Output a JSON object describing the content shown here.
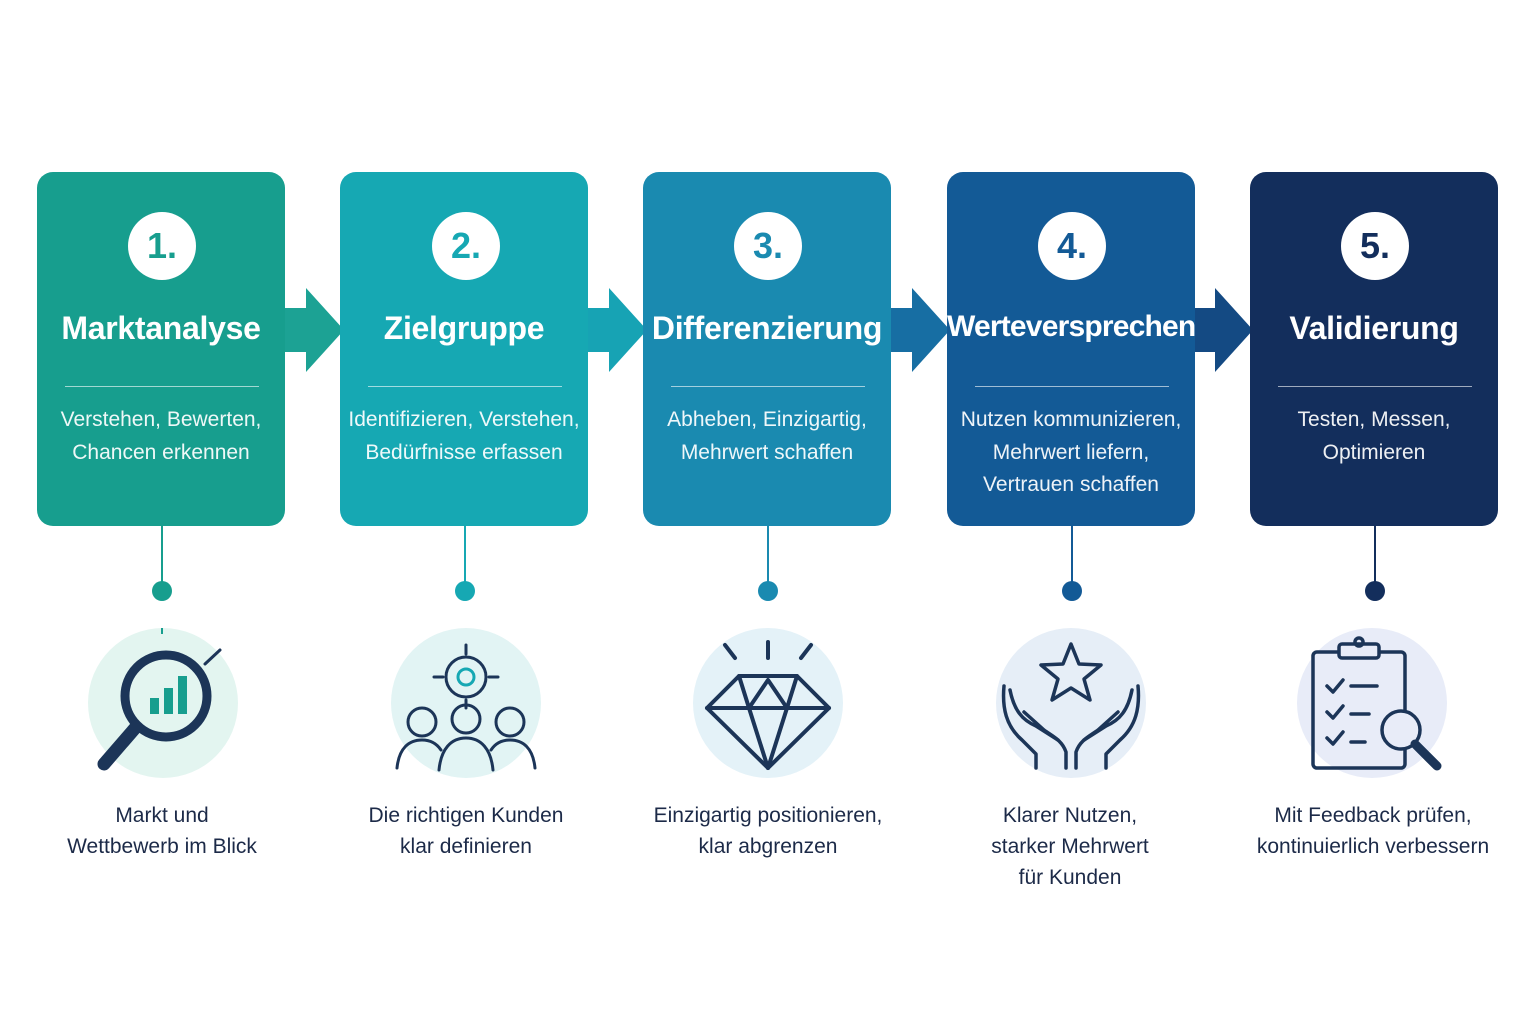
{
  "steps": [
    {
      "number": "1.",
      "title": "Marktanalyse",
      "desc": [
        "Verstehen, Bewerten,",
        "Chancen erkennen"
      ],
      "caption": [
        "Markt und",
        "Wettbewerb im Blick"
      ],
      "icon": "magnifier-chart-icon",
      "color": "#179e8e",
      "icon_bg": "#e3f5f0"
    },
    {
      "number": "2.",
      "title": "Zielgruppe",
      "desc": [
        "Identifizieren, Verstehen,",
        "Bedürfnisse erfassen"
      ],
      "caption": [
        "Die richtigen Kunden",
        "klar definieren"
      ],
      "icon": "target-group-icon",
      "color": "#16a8b3",
      "icon_bg": "#e2f4f4"
    },
    {
      "number": "3.",
      "title": "Differenzierung",
      "desc": [
        "Abheben, Einzigartig,",
        "Mehrwert schaffen"
      ],
      "caption": [
        "Einzigartig positionieren,",
        "klar abgrenzen"
      ],
      "icon": "diamond-icon",
      "color": "#1a8ab0",
      "icon_bg": "#e4f2f8"
    },
    {
      "number": "4.",
      "title": "Werteversprechen",
      "desc": [
        "Nutzen kommunizieren,",
        "Mehrwert liefern,",
        "Vertrauen schaffen"
      ],
      "caption": [
        "Klarer Nutzen,",
        "starker Mehrwert",
        "für Kunden"
      ],
      "icon": "hands-star-icon",
      "color": "#135a96",
      "icon_bg": "#e6eef7"
    },
    {
      "number": "5.",
      "title": "Validierung",
      "desc": [
        "Testen, Messen,",
        "Optimieren"
      ],
      "caption": [
        "Mit Feedback prüfen,",
        "kontinuierlich verbessern"
      ],
      "icon": "checklist-magnifier-icon",
      "color": "#132e5c",
      "icon_bg": "#e8ecf8"
    }
  ],
  "colors": {
    "icon_stroke": "#1c3558",
    "caption_text": "#1c2a48"
  }
}
